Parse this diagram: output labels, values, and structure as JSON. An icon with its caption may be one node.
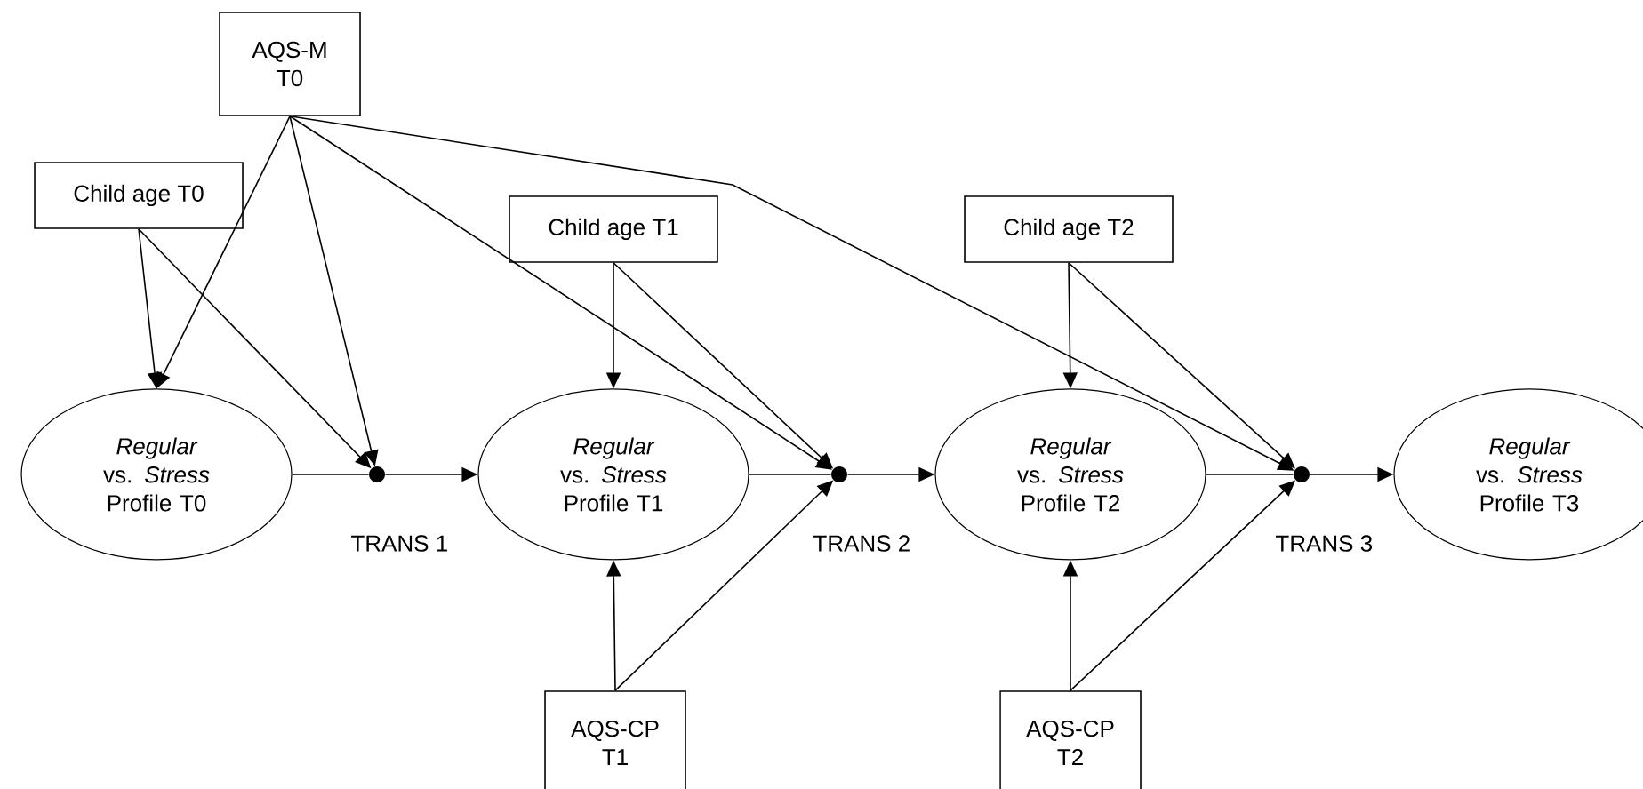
{
  "diagram": {
    "nodes": [
      {
        "text": [
          "AQS-M T0"
        ]
      },
      {
        "text": [
          "Child age T0"
        ]
      },
      {
        "text": [
          "Child age T1"
        ]
      },
      {
        "text": [
          "Child age T2"
        ]
      },
      {
        "text": [
          "*Regular* vs. *Stress* Profile T0"
        ]
      },
      {
        "text": [],
        "shape": "circle"
      },
      {
        "text": [
          "*Regular* vs. *Stress* Profile T1"
        ]
      },
      {
        "text": [],
        "shape": "circle"
      },
      {
        "text": [
          "*Regular* vs. *Stress* Profile T2"
        ]
      },
      {
        "text": [],
        "shape": "circle"
      },
      {
        "text": [
          "*Regular* vs. *Stress* Profile T3"
        ]
      },
      {
        "text": [
          "AQS-CP T1"
        ]
      },
      {
        "text": [
          "AQS-CP T2"
        ]
      }
    ],
    "edges": [
      {
        "from": 0,
        "to": 4,
        "arrow": "to"
      },
      {
        "from": 0,
        "to": 5,
        "arrow": "to"
      },
      {
        "from": 0,
        "to": 7,
        "arrow": "to"
      },
      {
        "from": 0,
        "to": 9,
        "arrow": "to"
      },
      {
        "from": 1,
        "to": 4,
        "arrow": "to"
      },
      {
        "from": 1,
        "to": 5,
        "arrow": "to"
      },
      {
        "from": 2,
        "to": 6,
        "arrow": "to"
      },
      {
        "from": 2,
        "to": 7,
        "arrow": "to"
      },
      {
        "from": 3,
        "to": 8,
        "arrow": "to"
      },
      {
        "from": 3,
        "to": 9,
        "arrow": "to"
      },
      {
        "from": 4,
        "to": 5,
        "arrow": "none"
      },
      {
        "from": 5,
        "to": 6,
        "arrow": "to"
      },
      {
        "from": 6,
        "to": 7,
        "arrow": "none"
      },
      {
        "from": 7,
        "to": 8,
        "arrow": "to"
      },
      {
        "from": 8,
        "to": 9,
        "arrow": "none"
      },
      {
        "from": 9,
        "to": 10,
        "arrow": "to"
      },
      {
        "from": 11,
        "to": 6,
        "arrow": "to"
      },
      {
        "from": 11,
        "to": 7,
        "arrow": "to"
      },
      {
        "from": 12,
        "to": 8,
        "arrow": "to"
      },
      {
        "from": 12,
        "to": 9,
        "arrow": "to"
      }
    ],
    "labels": [
      "TRANS 1",
      "TRANS 2",
      "TRANS 3"
    ]
  }
}
